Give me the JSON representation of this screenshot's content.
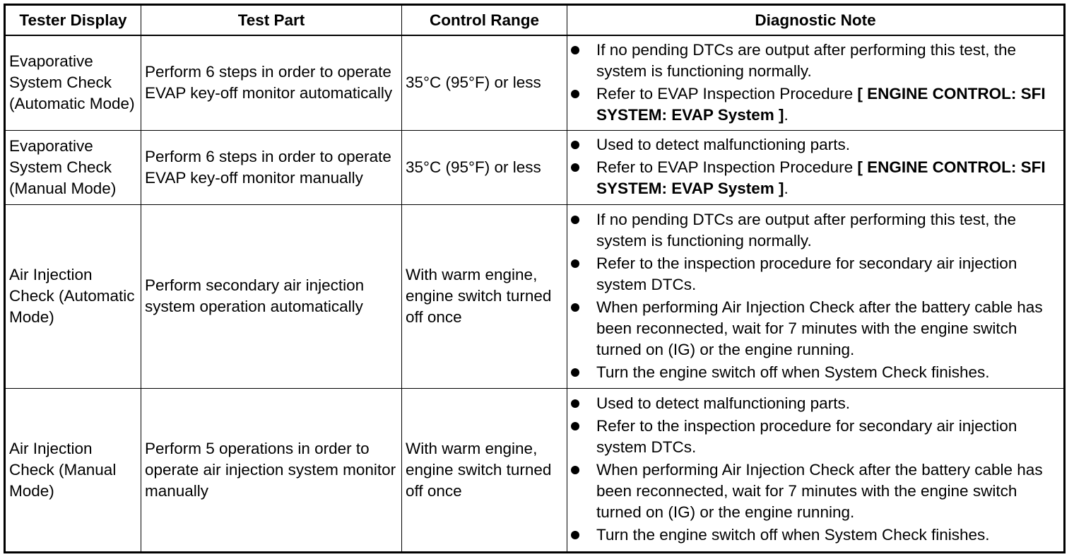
{
  "headers": {
    "tester_display": "Tester Display",
    "test_part": "Test Part",
    "control_range": "Control Range",
    "diagnostic_note": "Diagnostic Note"
  },
  "rows": [
    {
      "tester_display": "Evaporative System Check (Automatic Mode)",
      "test_part": "Perform 6 steps in order to operate EVAP key-off monitor automatically",
      "control_range": "35°C (95°F) or less",
      "notes": [
        {
          "text": "If no pending DTCs are output after performing this test, the system is functioning normally.",
          "ref": ""
        },
        {
          "text": "Refer to EVAP Inspection Procedure ",
          "ref": "[ ENGINE CONTROL: SFI SYSTEM: EVAP System ]",
          "after": "."
        }
      ]
    },
    {
      "tester_display": "Evaporative System Check (Manual Mode)",
      "test_part": "Perform 6 steps in order to operate EVAP key-off monitor manually",
      "control_range": "35°C (95°F) or less",
      "notes": [
        {
          "text": "Used to detect malfunctioning parts.",
          "ref": ""
        },
        {
          "text": "Refer to EVAP Inspection Procedure ",
          "ref": "[ ENGINE CONTROL: SFI SYSTEM: EVAP System ]",
          "after": "."
        }
      ]
    },
    {
      "tester_display": "Air Injection Check (Automatic Mode)",
      "test_part": "Perform secondary air injection system operation automatically",
      "control_range": "With warm engine, engine switch turned off once",
      "notes": [
        {
          "text": "If no pending DTCs are output after performing this test, the system is functioning normally.",
          "ref": ""
        },
        {
          "text": "Refer to the inspection procedure for secondary air injection system DTCs.",
          "ref": ""
        },
        {
          "text": "When performing Air Injection Check after the battery cable has been reconnected, wait for 7 minutes with the engine switch turned on (IG) or the engine running.",
          "ref": ""
        },
        {
          "text": "Turn the engine switch off when System Check finishes.",
          "ref": ""
        }
      ]
    },
    {
      "tester_display": "Air Injection Check (Manual Mode)",
      "test_part": "Perform 5 operations in order to operate air injection system monitor manually",
      "control_range": "With warm engine, engine switch turned off once",
      "notes": [
        {
          "text": "Used to detect malfunctioning parts.",
          "ref": ""
        },
        {
          "text": "Refer to the inspection procedure for secondary air injection system DTCs.",
          "ref": ""
        },
        {
          "text": "When performing Air Injection Check after the battery cable has been reconnected, wait for 7 minutes with the engine switch turned on (IG) or the engine running.",
          "ref": ""
        },
        {
          "text": "Turn the engine switch off when System Check finishes.",
          "ref": ""
        }
      ]
    }
  ]
}
